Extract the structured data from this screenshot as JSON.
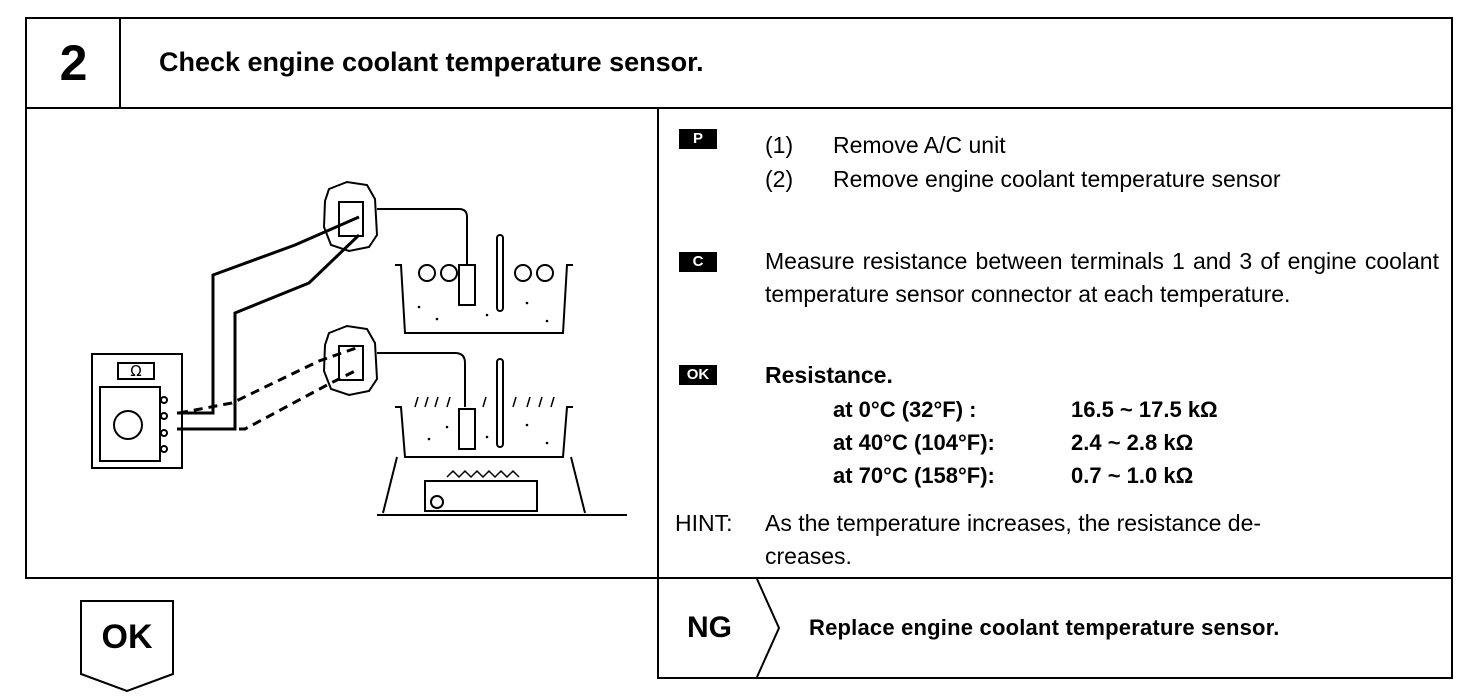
{
  "step": {
    "number": "2",
    "title": "Check engine coolant temperature sensor."
  },
  "tags": {
    "p": "P",
    "c": "C",
    "ok": "OK"
  },
  "prep": {
    "items": [
      {
        "num": "(1)",
        "text": "Remove A/C unit"
      },
      {
        "num": "(2)",
        "text": "Remove engine coolant temperature sensor"
      }
    ]
  },
  "check": {
    "text": "Measure resistance between terminals 1 and 3 of engine coolant temperature sensor connector at each temperature."
  },
  "spec": {
    "label": "Resistance.",
    "rows": [
      {
        "condition": "at  0°C (32°F) :",
        "value": "16.5 ~ 17.5 kΩ"
      },
      {
        "condition": "at 40°C (104°F):",
        "value": "2.4 ~ 2.8 kΩ"
      },
      {
        "condition": "at 70°C (158°F):",
        "value": "0.7 ~ 1.0 kΩ"
      }
    ]
  },
  "hint": {
    "label": "HINT:",
    "line1": "As the temperature increases, the resistance de-",
    "line2": "creases."
  },
  "diagram": {
    "meter_symbol": "Ω"
  },
  "result": {
    "ok_label": "OK",
    "ng_label": "NG",
    "ng_action": "Replace engine coolant temperature sensor."
  }
}
